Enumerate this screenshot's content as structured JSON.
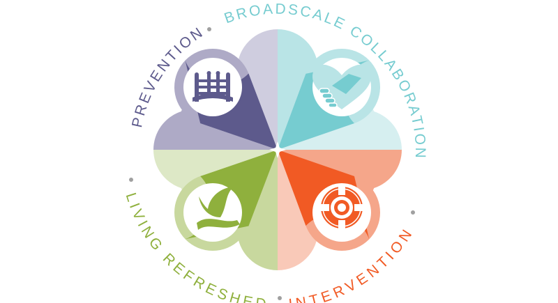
{
  "labels": {
    "prevention": "PREVENTION",
    "broadscale": "BROADSCALE COLLABORATION",
    "living": "LIVING REFRESHED",
    "intervention": "INTERVENTION"
  },
  "icons": {
    "prevention": "bridge-icon",
    "broadscale": "handshake-heart-icon",
    "living": "leaf-hand-icon",
    "intervention": "life-ring-icon"
  },
  "colors": {
    "purple_dark": "#5d5a8c",
    "purple_mid": "#aeaac6",
    "purple_light": "#cfcddf",
    "teal_dark": "#76ccd0",
    "teal_mid": "#b9e4e6",
    "teal_light": "#d6eff0",
    "green_dark": "#8fb03d",
    "green_mid": "#c8d89e",
    "green_light": "#dde8c6",
    "orange_dark": "#f15a24",
    "orange_mid": "#f5a68a",
    "orange_light": "#f9c9b8",
    "separator": "#a0a0a0"
  }
}
